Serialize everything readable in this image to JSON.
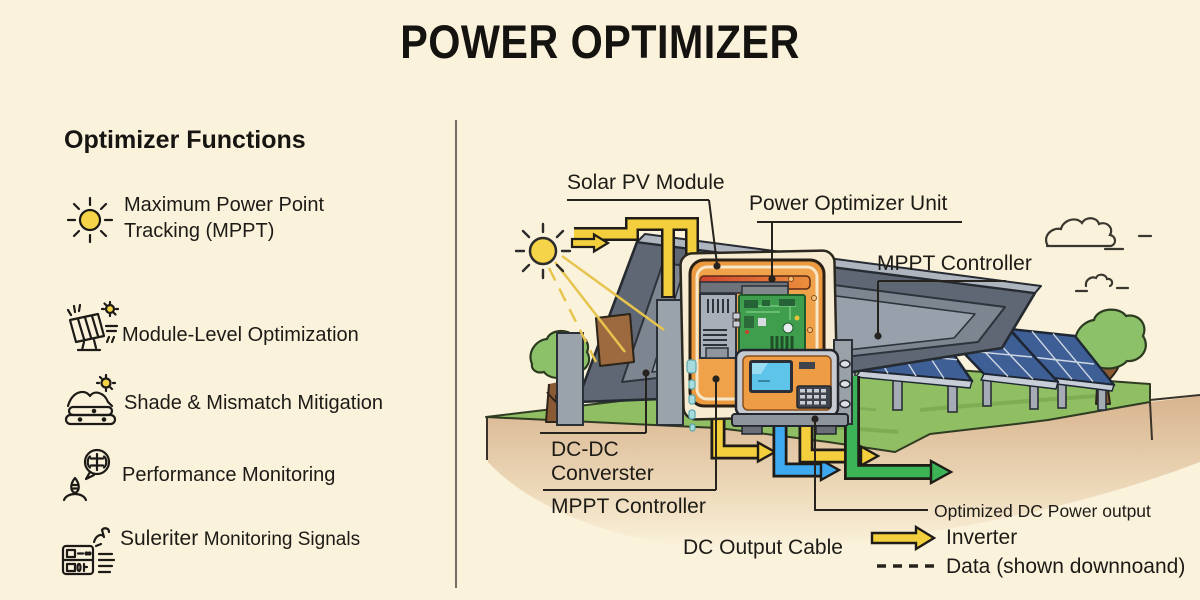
{
  "title": "POWER OPTIMIZER",
  "sidebar": {
    "heading": "Optimizer Functions",
    "items": [
      {
        "icon": "sun-icon",
        "line1": "Maximum Power Point",
        "line2": "Tracking (MPPT)"
      },
      {
        "icon": "solar-panel-icon",
        "label": "Module-Level Optimization"
      },
      {
        "icon": "shade-hills-icon",
        "label": "Shade & Mismatch Mitigation"
      },
      {
        "icon": "performance-bubble-icon",
        "label": "Performance Monitoring"
      },
      {
        "icon": "monitoring-device-icon",
        "label": "Suleriter",
        "sublabel": "Monitoring Signals"
      }
    ]
  },
  "diagram": {
    "labels": {
      "solar_pv_module": "Solar PV Module",
      "power_optimizer_unit": "Power Optimizer Unit",
      "mppt_controller_right": "MPPT Controller",
      "dc_dc_line1": "DC-DC",
      "dc_dc_line2": "Converster",
      "mppt_controller_bottom": "MPPT Controller",
      "dc_output_cable": "DC Output Cable",
      "optimized_dc_output": "Optimized DC Power output"
    },
    "legend": [
      {
        "symbol": "yellow-arrow",
        "label": "Inverter"
      },
      {
        "symbol": "dashed-line",
        "label": "Data (shown downnoand)"
      }
    ]
  },
  "colors": {
    "background": "#fbf2dc",
    "ink": "#1d1b16",
    "sun_yellow": "#f5d44a",
    "cable_yellow": "#f3cf3d",
    "cable_blue": "#3fa9f0",
    "cable_green": "#3cb357",
    "optimizer_orange": "#ec9a40",
    "pcb_green": "#3f9e4d",
    "panel_slate": "#5f6774",
    "pv_cell_blue": "#3d5f96",
    "grass_green": "#8fbe63",
    "soil_tan": "#d8b48f"
  }
}
